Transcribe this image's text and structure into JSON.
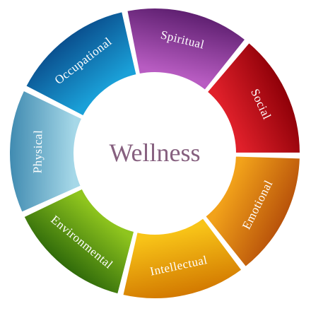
{
  "center": {
    "title": "Wellness"
  },
  "segments": [
    {
      "id": "spiritual",
      "label": "Spiritual",
      "color_light": "#b85cc2",
      "color_dark": "#5e1f70"
    },
    {
      "id": "social",
      "label": "Social",
      "color_light": "#e0202a",
      "color_dark": "#8e0008"
    },
    {
      "id": "emotional",
      "label": "Emotional",
      "color_light": "#f2a21a",
      "color_dark": "#b8520a"
    },
    {
      "id": "intellectual",
      "label": "Intellectual",
      "color_light": "#f8c418",
      "color_dark": "#d27800"
    },
    {
      "id": "environmental",
      "label": "Environmental",
      "color_light": "#8fc51e",
      "color_dark": "#2f6a0a"
    },
    {
      "id": "physical",
      "label": "Physical",
      "color_light": "#a6d8e8",
      "color_dark": "#3f8ab0"
    },
    {
      "id": "occupational",
      "label": "Occupational",
      "color_light": "#1aa0d8",
      "color_dark": "#0a4f8e"
    }
  ]
}
